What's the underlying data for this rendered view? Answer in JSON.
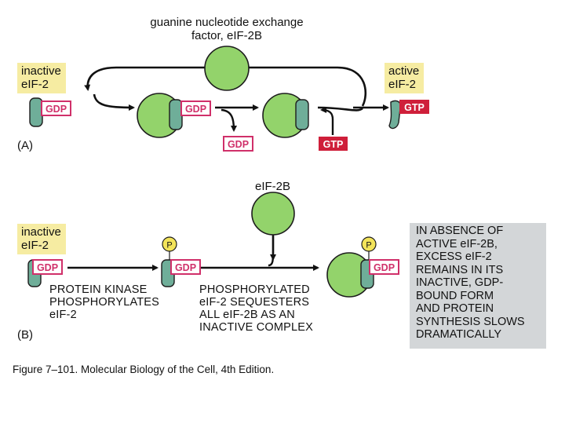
{
  "panel_a": {
    "gef_label_line1": "guanine nucleotide exchange",
    "gef_label_line2": "factor, eIF-2B",
    "inactive_label_line1": "inactive",
    "inactive_label_line2": "eIF-2",
    "active_label_line1": "active",
    "active_label_line2": "eIF-2",
    "tag_gdp": "GDP",
    "tag_gtp": "GTP",
    "panel_letter": "(A)"
  },
  "panel_b": {
    "eif2b_label": "eIF-2B",
    "inactive_label_line1": "inactive",
    "inactive_label_line2": "eIF-2",
    "tag_gdp": "GDP",
    "phospho_symbol": "P",
    "kinase_text": [
      "PROTEIN KINASE",
      "PHOSPHORYLATES",
      "eIF-2"
    ],
    "sequester_text": [
      "PHOSPHORYLATED",
      "eIF-2 SEQUESTERS",
      "ALL eIF-2B AS AN",
      "INACTIVE COMPLEX"
    ],
    "note_text": [
      "IN ABSENCE OF",
      "ACTIVE eIF-2B,",
      "EXCESS eIF-2",
      "REMAINS IN ITS",
      "INACTIVE, GDP-",
      "BOUND FORM",
      "AND PROTEIN",
      "SYNTHESIS SLOWS",
      "DRAMATICALLY"
    ],
    "panel_letter": "(B)"
  },
  "caption": "Figure 7–101. Molecular Biology of the Cell, 4th Edition.",
  "colors": {
    "eif2b_green": "#93d36b",
    "eif2_teal": "#6fae99",
    "label_yellow": "#f6eca2",
    "gdp_pink": "#d0306a",
    "gtp_red": "#cf1f3a",
    "note_gray": "#d3d6d8"
  }
}
